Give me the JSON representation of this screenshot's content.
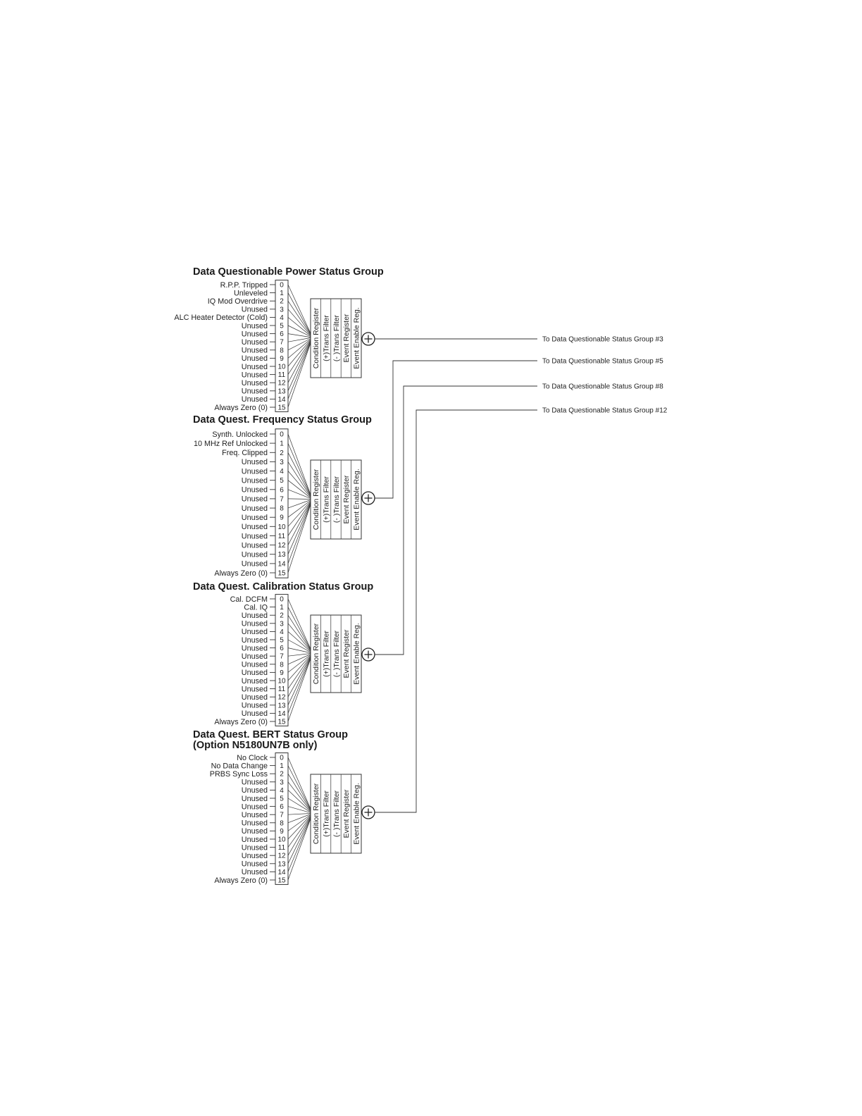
{
  "register_columns": [
    "Condition Register",
    "(+)Trans Filter",
    "(- )Trans Filter",
    "Event Register",
    "Event Enable Reg."
  ],
  "groups": [
    {
      "title": [
        "Data Questionable Power Status Group"
      ],
      "bits": [
        "R.P.P. Tripped",
        "Unleveled",
        "IQ Mod Overdrive",
        "Unused",
        "ALC Heater Detector (Cold)",
        "Unused",
        "Unused",
        "Unused",
        "Unused",
        "Unused",
        "Unused",
        "Unused",
        "Unused",
        "Unused",
        "Unused",
        "Always Zero (0)"
      ],
      "output": "To Data Questionable Status Group #3"
    },
    {
      "title": [
        "Data Quest. Frequency Status Group"
      ],
      "bits": [
        "Synth. Unlocked",
        "10 MHz Ref Unlocked",
        "Freq. Clipped",
        "Unused",
        "Unused",
        "Unused",
        "Unused",
        "Unused",
        "Unused",
        "Unused",
        "Unused",
        "Unused",
        "Unused",
        "Unused",
        "Unused",
        "Always Zero (0)"
      ],
      "output": "To Data Questionable Status Group #5"
    },
    {
      "title": [
        "Data Quest. Calibration Status Group"
      ],
      "bits": [
        "Cal. DCFM",
        "Cal. IQ",
        "Unused",
        "Unused",
        "Unused",
        "Unused",
        "Unused",
        "Unused",
        "Unused",
        "Unused",
        "Unused",
        "Unused",
        "Unused",
        "Unused",
        "Unused",
        "Always Zero (0)"
      ],
      "output": "To Data Questionable Status Group #8"
    },
    {
      "title": [
        "Data Quest. BERT Status Group",
        "(Option N5180UN7B only)"
      ],
      "bits": [
        "No Clock",
        "No Data Change",
        "PRBS Sync Loss",
        "Unused",
        "Unused",
        "Unused",
        "Unused",
        "Unused",
        "Unused",
        "Unused",
        "Unused",
        "Unused",
        "Unused",
        "Unused",
        "Unused",
        "Always Zero (0)"
      ],
      "output": "To Data Questionable Status Group #12"
    }
  ]
}
